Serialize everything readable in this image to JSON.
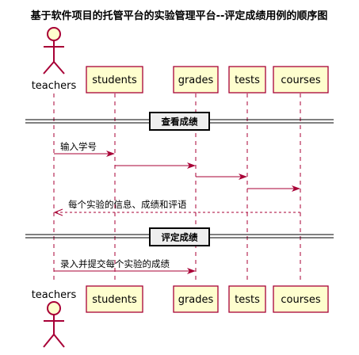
{
  "title": "基于软件项目的托管平台的实验管理平台--评定成绩用例的顺序图",
  "participants": [
    {
      "id": "teachers",
      "label": "teachers",
      "type": "actor"
    },
    {
      "id": "students",
      "label": "students",
      "type": "participant"
    },
    {
      "id": "grades",
      "label": "grades",
      "type": "participant"
    },
    {
      "id": "tests",
      "label": "tests",
      "type": "participant"
    },
    {
      "id": "courses",
      "label": "courses",
      "type": "participant"
    }
  ],
  "dividers": [
    {
      "label": "查看成绩"
    },
    {
      "label": "评定成绩"
    }
  ],
  "messages": [
    {
      "from": "teachers",
      "to": "students",
      "label": "输入学号",
      "style": "solid"
    },
    {
      "from": "students",
      "to": "grades",
      "label": "",
      "style": "solid"
    },
    {
      "from": "grades",
      "to": "tests",
      "label": "",
      "style": "solid"
    },
    {
      "from": "tests",
      "to": "courses",
      "label": "",
      "style": "solid"
    },
    {
      "from": "courses",
      "to": "teachers",
      "label": "每个实验的信息、成绩和评语",
      "style": "dashed"
    },
    {
      "from": "teachers",
      "to": "grades",
      "label": "录入并提交每个实验的成绩",
      "style": "solid"
    }
  ],
  "colors": {
    "participant_fill": "#FEFECE",
    "border": "#A80036",
    "divider_fill": "#EEEEEE"
  }
}
